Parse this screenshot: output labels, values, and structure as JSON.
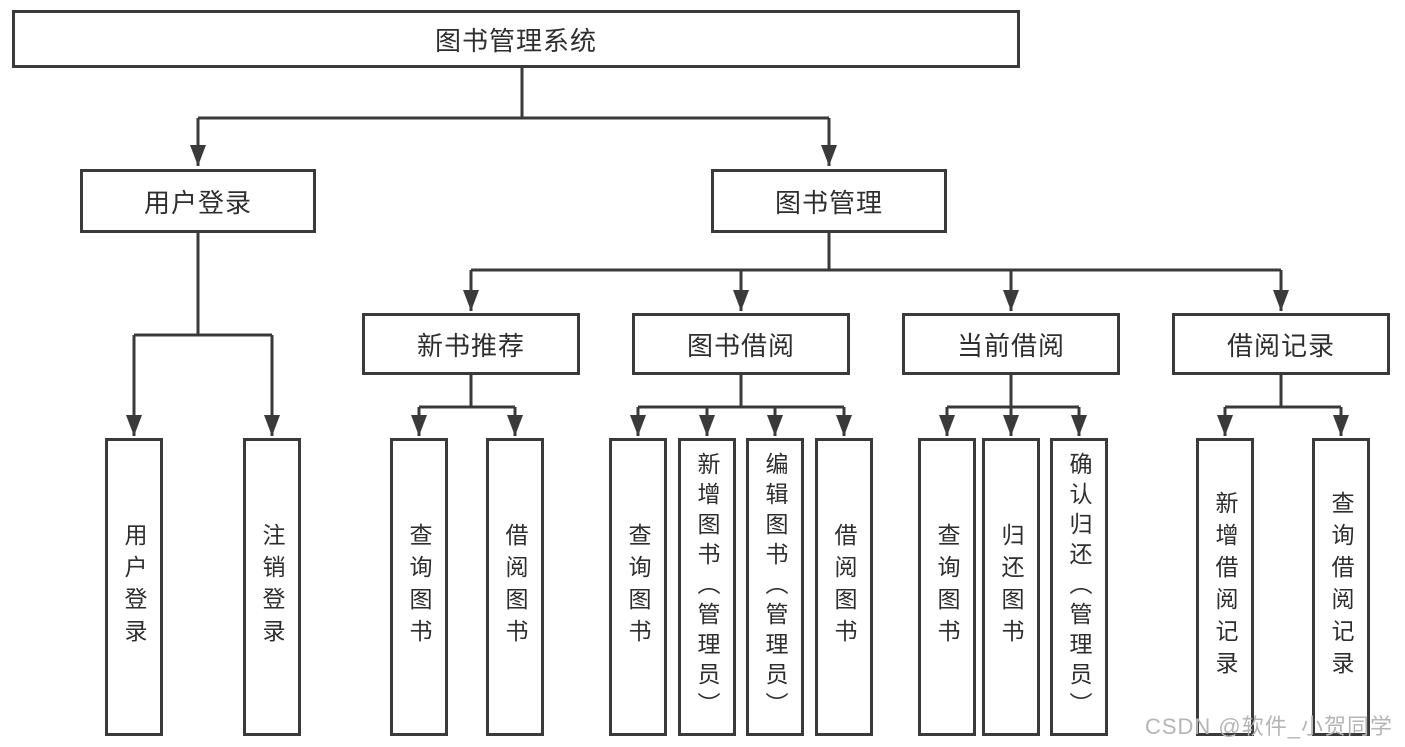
{
  "diagram": {
    "root": {
      "label": "图书管理系统"
    },
    "level2": [
      {
        "label": "用户登录",
        "parent": "图书管理系统"
      },
      {
        "label": "图书管理",
        "parent": "图书管理系统"
      }
    ],
    "level3": [
      {
        "label": "新书推荐",
        "parent": "图书管理"
      },
      {
        "label": "图书借阅",
        "parent": "图书管理"
      },
      {
        "label": "当前借阅",
        "parent": "图书管理"
      },
      {
        "label": "借阅记录",
        "parent": "图书管理"
      }
    ],
    "leaves": [
      {
        "label": "用户登录",
        "parent": "用户登录"
      },
      {
        "label": "注销登录",
        "parent": "用户登录"
      },
      {
        "label": "查询图书",
        "parent": "新书推荐"
      },
      {
        "label": "借阅图书",
        "parent": "新书推荐"
      },
      {
        "label": "查询图书",
        "parent": "图书借阅"
      },
      {
        "label": "新增图书（管理员）",
        "parent": "图书借阅"
      },
      {
        "label": "编辑图书（管理员）",
        "parent": "图书借阅"
      },
      {
        "label": "借阅图书",
        "parent": "图书借阅"
      },
      {
        "label": "查询图书",
        "parent": "当前借阅"
      },
      {
        "label": "归还图书",
        "parent": "当前借阅"
      },
      {
        "label": "确认归还（管理员）",
        "parent": "当前借阅"
      },
      {
        "label": "新增借阅记录",
        "parent": "借阅记录"
      },
      {
        "label": "查询借阅记录",
        "parent": "借阅记录"
      }
    ]
  },
  "watermark": "CSDN @软件_小贺同学",
  "colors": {
    "line": "#3a3a3a",
    "box-border": "#3a3a3a",
    "box-bg": "#ffffff",
    "text": "#2e2e2e",
    "watermark": "#b5b5b5",
    "background": "#ffffff"
  }
}
